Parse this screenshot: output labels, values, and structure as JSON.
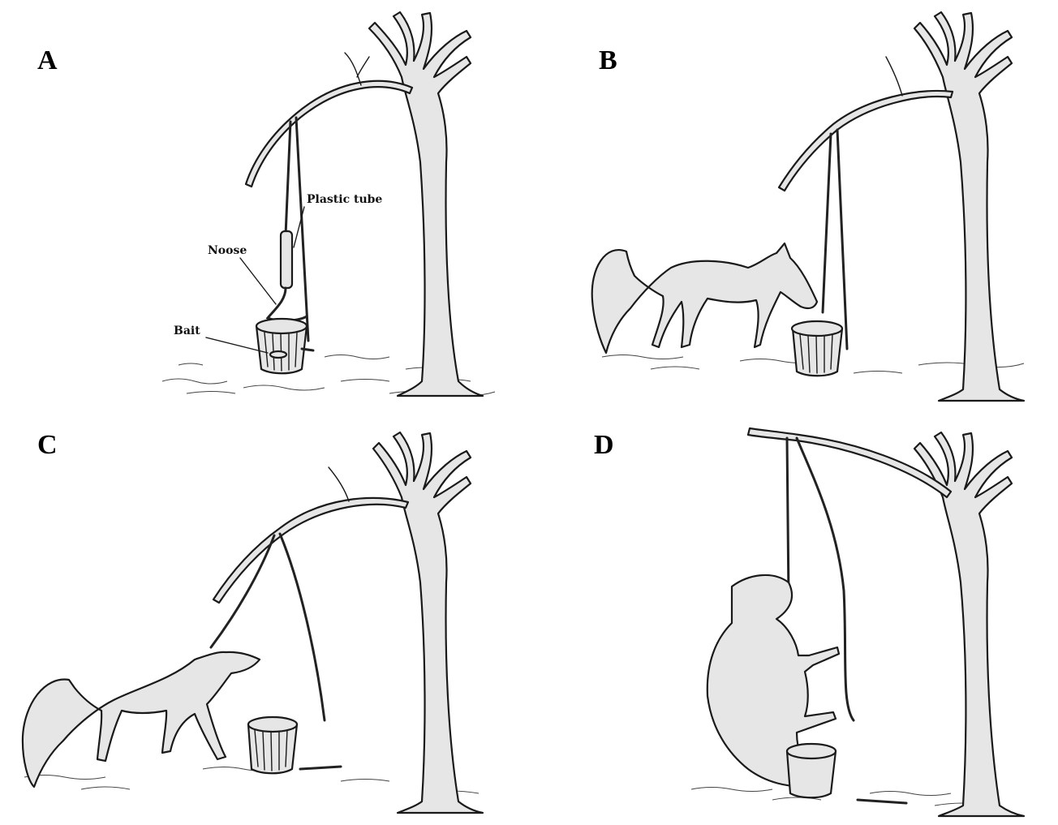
{
  "panels": [
    {
      "id": "A",
      "label": "A",
      "annotations": {
        "plastic_tube": "Plastic tube",
        "noose": "Noose",
        "bait": "Bait"
      }
    },
    {
      "id": "B",
      "label": "B"
    },
    {
      "id": "C",
      "label": "C"
    },
    {
      "id": "D",
      "label": "D"
    }
  ],
  "colors": {
    "ink": "#1a1a1a",
    "fill": "#e6e6e6",
    "background": "#ffffff"
  }
}
